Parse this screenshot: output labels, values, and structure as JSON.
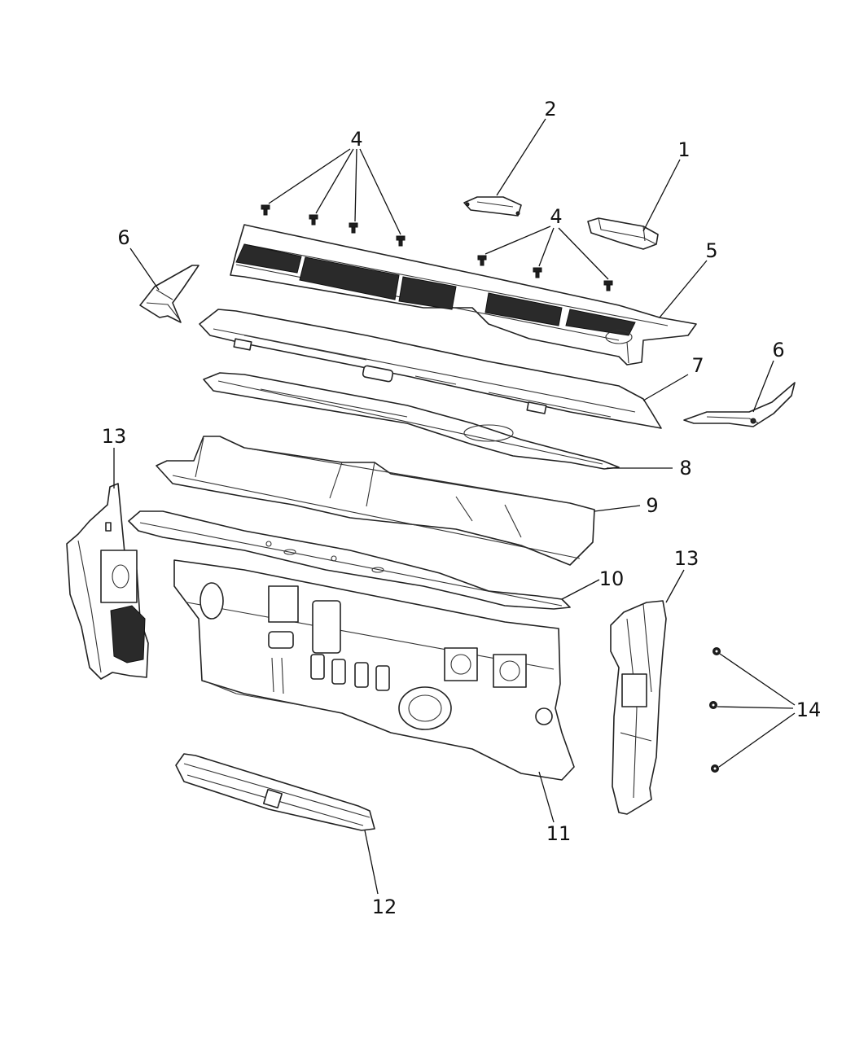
{
  "callouts": {
    "c1": "1",
    "c2": "2",
    "c4a": "4",
    "c4b": "4",
    "c5": "5",
    "c6a": "6",
    "c6b": "6",
    "c7": "7",
    "c8": "8",
    "c9": "9",
    "c10": "10",
    "c11": "11",
    "c12": "12",
    "c13a": "13",
    "c13b": "13",
    "c14": "14"
  }
}
